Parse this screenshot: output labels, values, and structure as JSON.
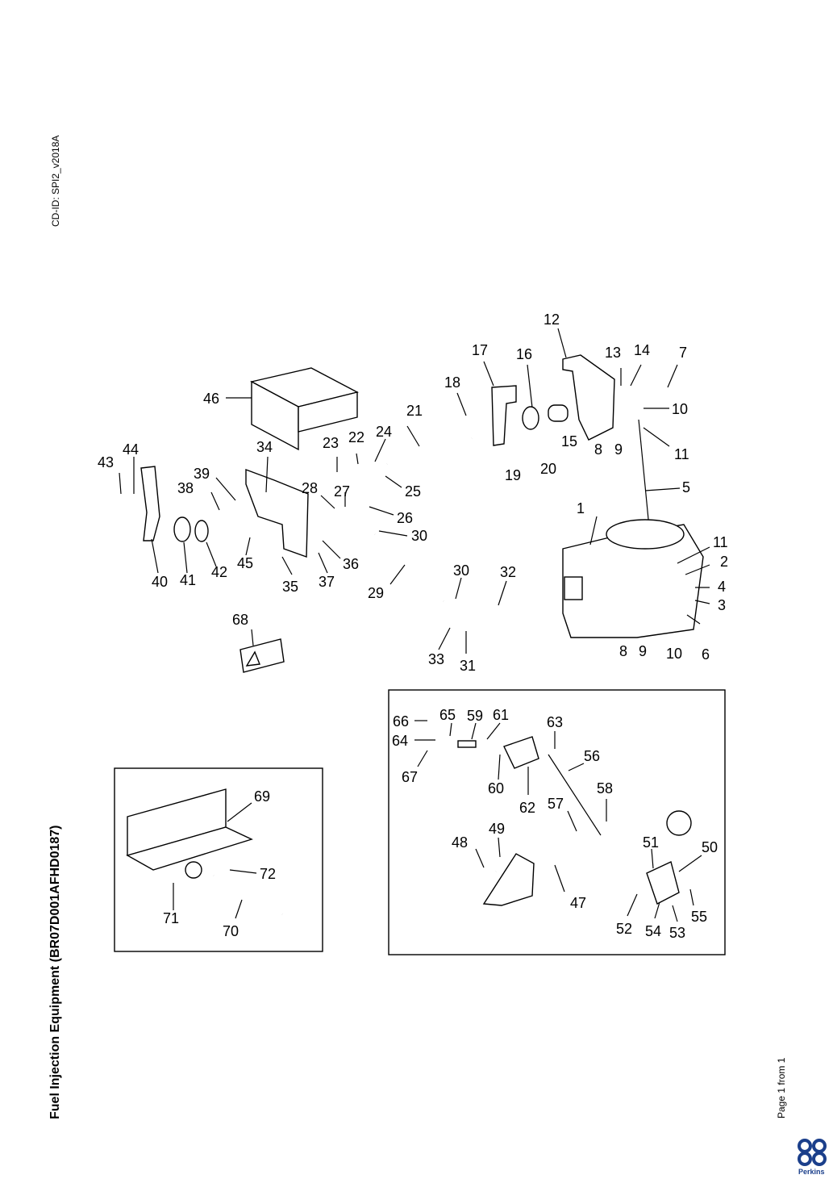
{
  "document": {
    "cd_id": "CD-ID: SPI2_v2018A",
    "title": "Fuel Injection Equipment (BR07D001AFHD0187)",
    "page_indicator": "Page 1 from 1",
    "brand": "Perkins",
    "brand_color": "#1b3f8b"
  },
  "callouts": [
    "1",
    "2",
    "3",
    "4",
    "5",
    "6",
    "7",
    "8",
    "9",
    "10",
    "11",
    "12",
    "13",
    "14",
    "15",
    "16",
    "17",
    "18",
    "19",
    "20",
    "21",
    "22",
    "23",
    "24",
    "25",
    "26",
    "27",
    "28",
    "29",
    "30",
    "31",
    "32",
    "33",
    "34",
    "35",
    "36",
    "37",
    "38",
    "39",
    "40",
    "41",
    "42",
    "43",
    "44",
    "45",
    "46",
    "47",
    "48",
    "49",
    "50",
    "51",
    "52",
    "53",
    "54",
    "55",
    "56",
    "57",
    "58",
    "59",
    "60",
    "61",
    "62",
    "63",
    "64",
    "65",
    "66",
    "67",
    "68",
    "69",
    "70",
    "71",
    "72"
  ],
  "duplicate_callouts": [
    "8",
    "9",
    "10",
    "11",
    "30"
  ]
}
